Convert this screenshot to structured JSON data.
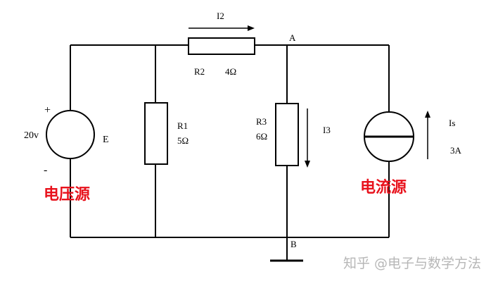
{
  "voltage_source": {
    "plus": "+",
    "minus": "-",
    "value": "20v",
    "name": "E",
    "caption": "电压源"
  },
  "resistor_r1": {
    "name": "R1",
    "value": "5Ω"
  },
  "resistor_r2": {
    "name": "R2",
    "value": "4Ω"
  },
  "resistor_r3": {
    "name": "R3",
    "value": "6Ω"
  },
  "current_i2": "I2",
  "current_i3": "I3",
  "current_source": {
    "name": "Is",
    "value": "3A",
    "caption": "电流源"
  },
  "nodes": {
    "a": "A",
    "b": "B"
  },
  "watermark": "知乎 @电子与数学方法",
  "colors": {
    "wire": "#000000",
    "caption": "#e8121c",
    "watermark": "#b7b7b7"
  }
}
